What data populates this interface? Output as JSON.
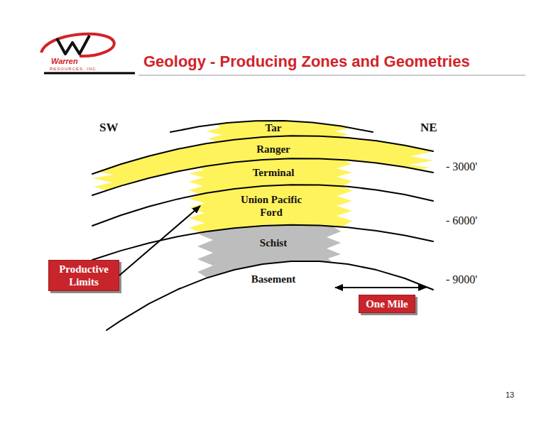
{
  "diagram": {
    "title": "Geology - Producing Zones and Geometries",
    "nodes": [
      {
        "text": [
          "Tar"
        ]
      },
      {
        "text": [
          "Ranger"
        ]
      },
      {
        "text": [
          "Terminal"
        ]
      },
      {
        "text": [
          "Union Pacific Ford"
        ]
      },
      {
        "text": [
          "Schist"
        ]
      },
      {
        "text": [
          "Basement"
        ]
      },
      {
        "text": [
          "Productive Limits"
        ]
      },
      {
        "text": [
          "One Mile"
        ]
      }
    ],
    "edges": [
      {
        "from": 6,
        "to": 3,
        "arrow": "to"
      }
    ],
    "labels": [
      "SW",
      "NE",
      "- 3000'",
      "- 6000'",
      "- 9000'",
      "13",
      "Warren",
      "RESOURCES, INC."
    ]
  }
}
